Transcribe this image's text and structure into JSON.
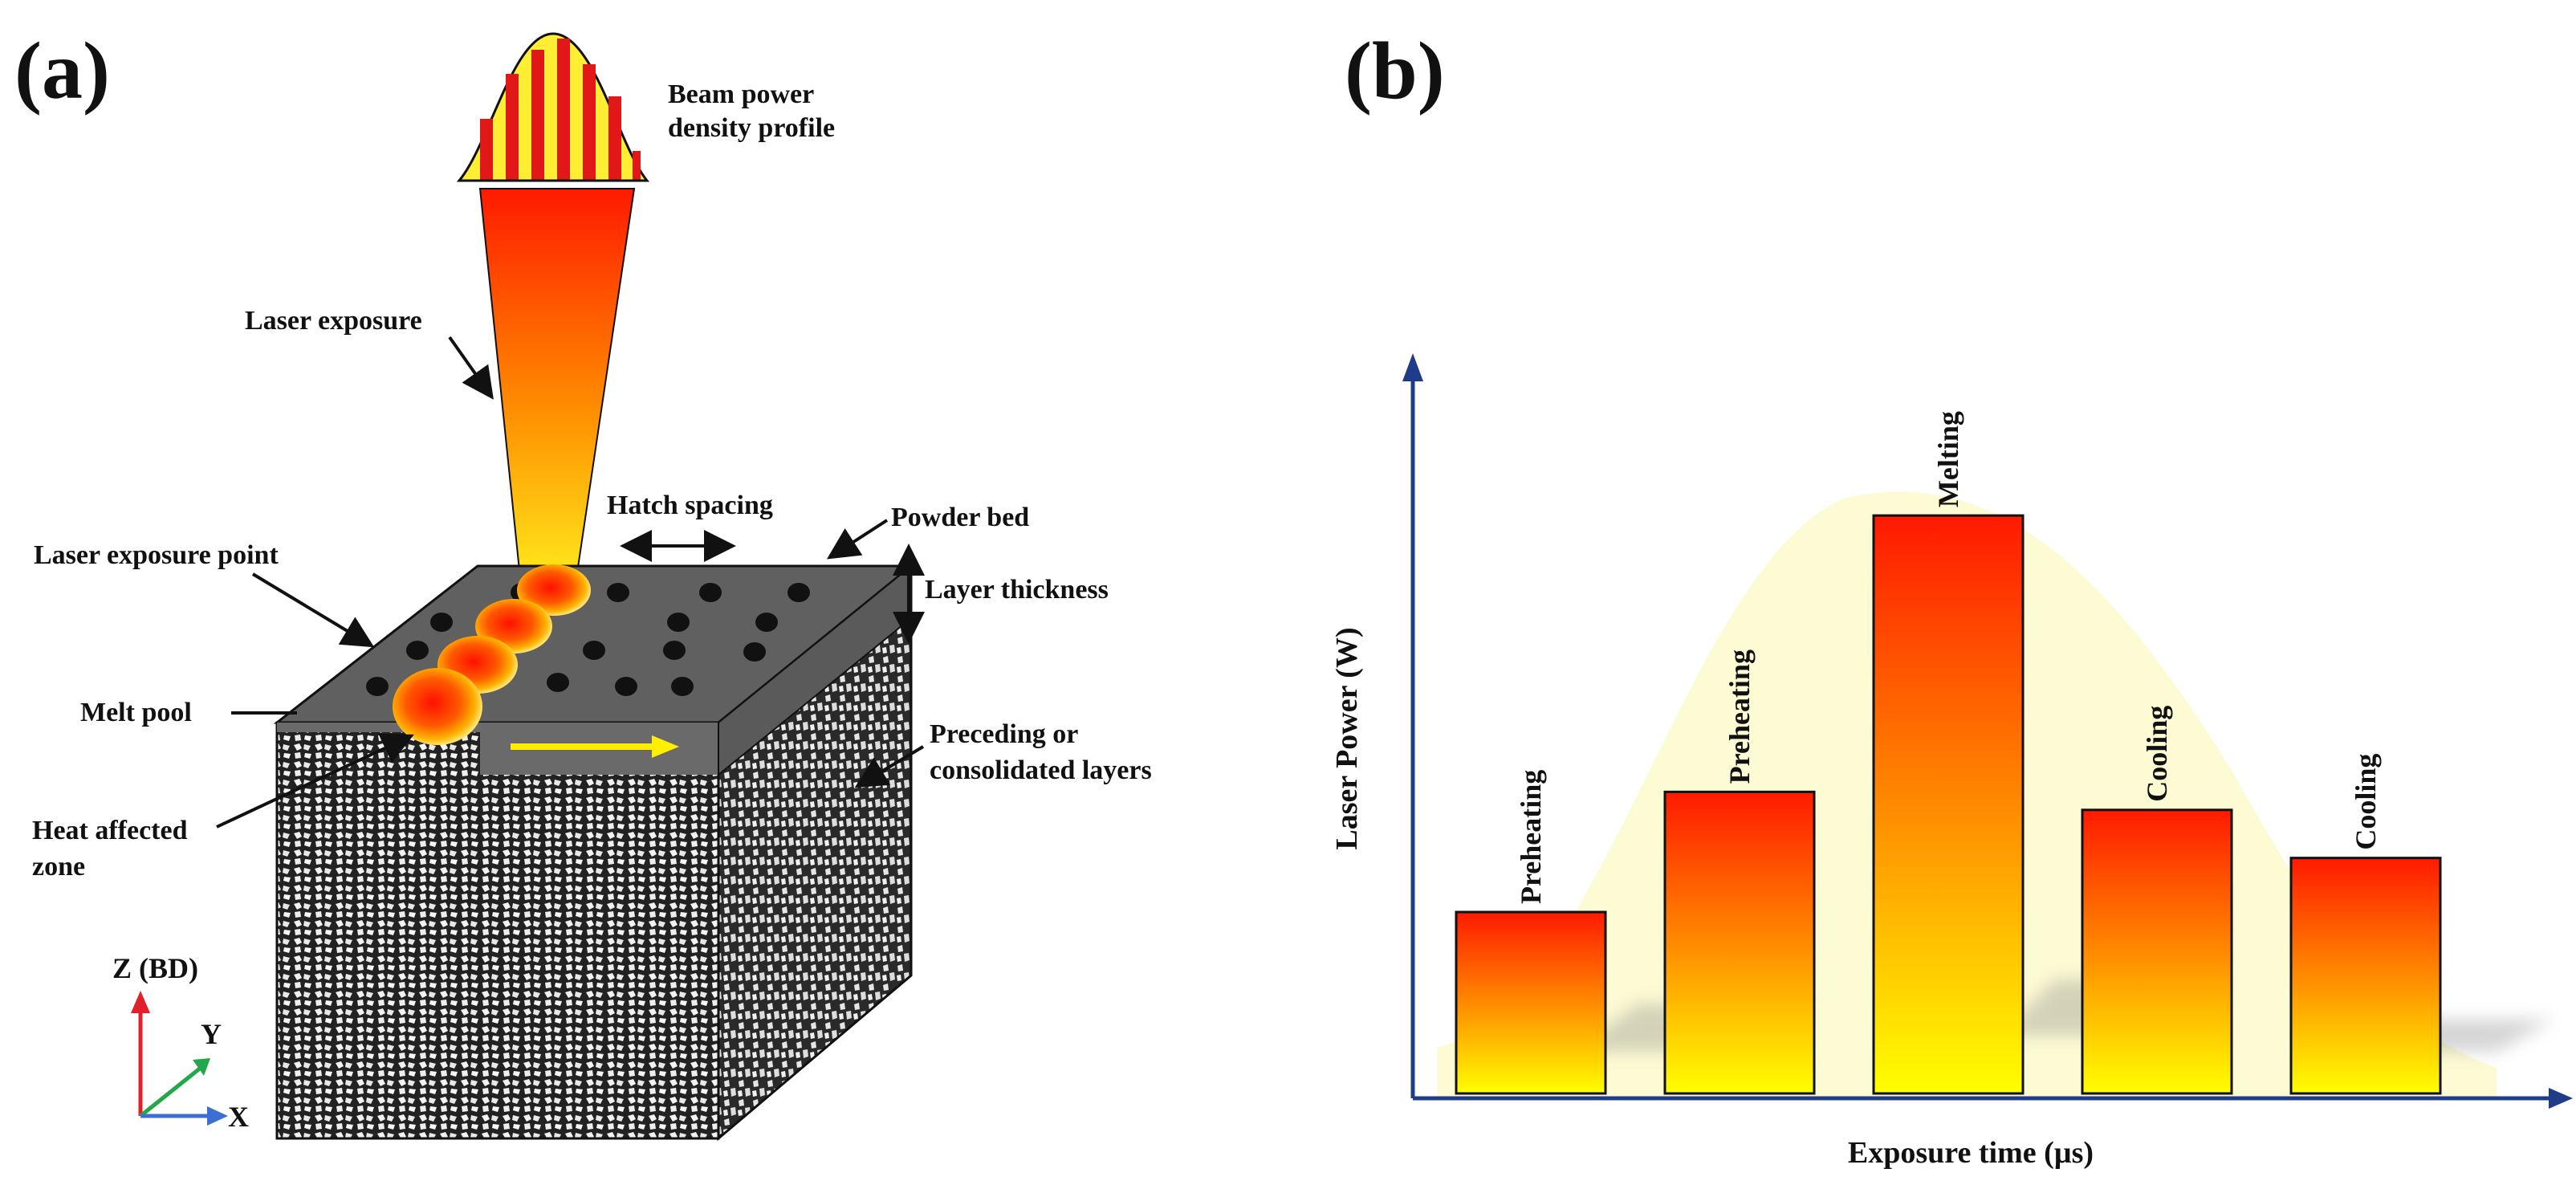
{
  "panel_a": {
    "panel_label": "(a)",
    "labels": {
      "beam_profile_line1": "Beam power",
      "beam_profile_line2": "density profile",
      "laser_exposure": "Laser exposure",
      "hatch_spacing": "Hatch spacing",
      "powder_bed": "Powder bed",
      "laser_exposure_point": "Laser exposure point",
      "layer_thickness": "Layer thickness",
      "melt_pool": "Melt pool",
      "preceding_line1": "Preceding or",
      "preceding_line2": "consolidated layers",
      "haz_line1": "Heat affected",
      "haz_line2": "zone"
    },
    "axes": {
      "z": "Z (BD)",
      "y": "Y",
      "x": "X"
    },
    "colors": {
      "axis_z": "#e0202a",
      "axis_y": "#22a84a",
      "axis_x": "#3b6fd4",
      "scan_arrow": "#ffee00"
    }
  },
  "panel_b": {
    "panel_label": "(b)",
    "ylabel": "Laser Power (W)",
    "xlabel": "Exposure time (µs)",
    "colors": {
      "axis": "#1f3c88",
      "bar_top": "#ff1a00",
      "bar_bottom": "#ffff00",
      "envelope": "#fdfbd2"
    }
  },
  "chart_data": {
    "type": "bar",
    "categories": [
      "Preheating",
      "Preheating",
      "Melting",
      "Cooling",
      "Cooling"
    ],
    "values": [
      31,
      51,
      97,
      48,
      40
    ],
    "xlabel": "Exposure time (µs)",
    "ylabel": "Laser Power (W)",
    "ylim": [
      0,
      120
    ],
    "grid": false
  }
}
